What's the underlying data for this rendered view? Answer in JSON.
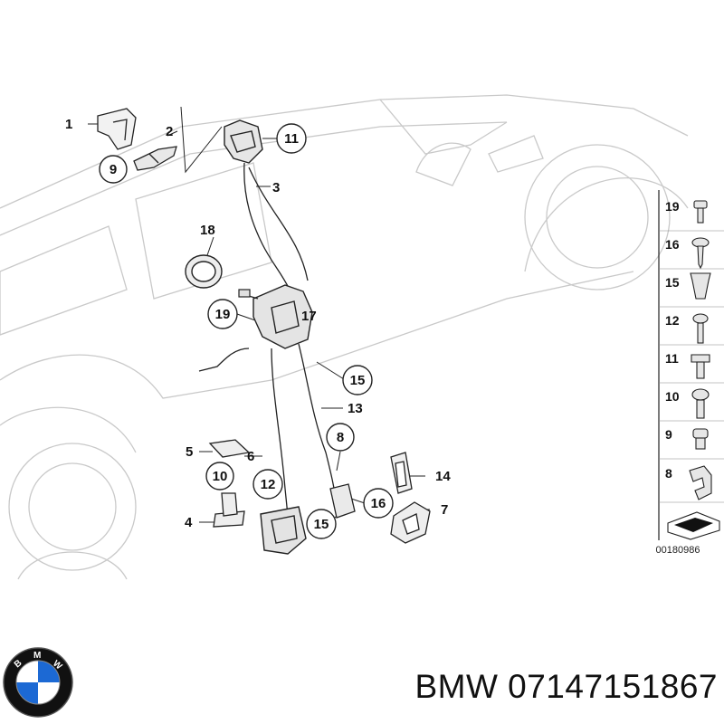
{
  "callouts": [
    {
      "id": "1",
      "circled": false
    },
    {
      "id": "2",
      "circled": false
    },
    {
      "id": "3",
      "circled": false
    },
    {
      "id": "4",
      "circled": false
    },
    {
      "id": "5",
      "circled": false
    },
    {
      "id": "6",
      "circled": false
    },
    {
      "id": "7",
      "circled": false
    },
    {
      "id": "8",
      "circled": true
    },
    {
      "id": "9",
      "circled": true
    },
    {
      "id": "10",
      "circled": true
    },
    {
      "id": "11",
      "circled": true
    },
    {
      "id": "12",
      "circled": true
    },
    {
      "id": "13",
      "circled": false
    },
    {
      "id": "14",
      "circled": false
    },
    {
      "id": "15a",
      "label": "15",
      "circled": true
    },
    {
      "id": "15b",
      "label": "15",
      "circled": true
    },
    {
      "id": "16",
      "circled": true
    },
    {
      "id": "17",
      "circled": false
    },
    {
      "id": "18",
      "circled": false
    },
    {
      "id": "19",
      "circled": true
    }
  ],
  "legend": [
    "19",
    "16",
    "15",
    "12",
    "11",
    "10",
    "9",
    "8"
  ],
  "drawing_code": "00180986",
  "footer": {
    "brand": "BMW",
    "part_number": "07147151867",
    "text": "BMW 07147151867"
  },
  "logo": {
    "letters": "BMW",
    "icon": "bmw-roundel-icon",
    "colors": {
      "blue": "#1c69d4",
      "ring": "#111111",
      "white": "#ffffff"
    }
  }
}
